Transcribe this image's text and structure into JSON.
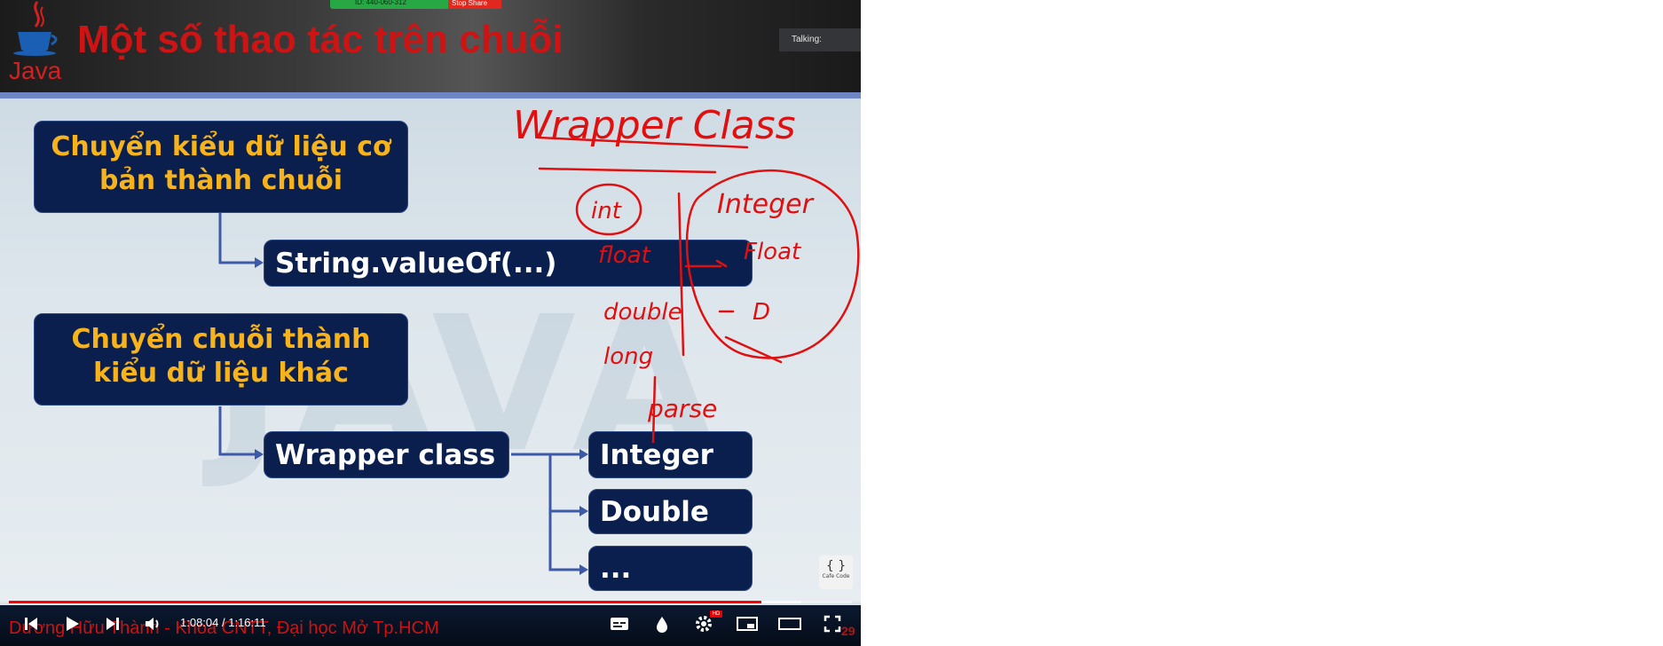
{
  "zoom": {
    "meeting_id": "ID: 440-060-312",
    "stop_share_label": "Stop Share"
  },
  "talking_label": "Talking:",
  "slide": {
    "logo_text": "Java",
    "title": "Một số thao tác trên chuỗi",
    "box_primitive_to_string": [
      "Chuyển kiểu dữ liệu cơ",
      "bản thành chuỗi"
    ],
    "method_value_of": "String.valueOf(...)",
    "box_string_to_other": [
      "Chuyển chuỗi thành",
      "kiểu dữ liệu khác"
    ],
    "wrapper_class": "Wrapper class",
    "wrapper_types": [
      "Integer",
      "Double",
      "..."
    ],
    "watermark": "JAVA",
    "slide_number": "29",
    "brand_badge": "Cafe Code"
  },
  "annotations": {
    "heading": "Wrapper Class",
    "left_column": [
      "int",
      "float",
      "double",
      "long"
    ],
    "right_column": [
      "Integer",
      "Float",
      "D"
    ],
    "parse_note": "parse",
    "ink_color": "#e01010"
  },
  "player": {
    "time_display": "1:08:04 / 1:16:11",
    "progress_percent": 89.3,
    "buffered_percent": 94,
    "subtitle": "Dương Hữu Thành - Khoa CNTT, Đại học Mở Tp.HCM",
    "hd_badge": "HD",
    "accent_color": "#ff0000"
  }
}
